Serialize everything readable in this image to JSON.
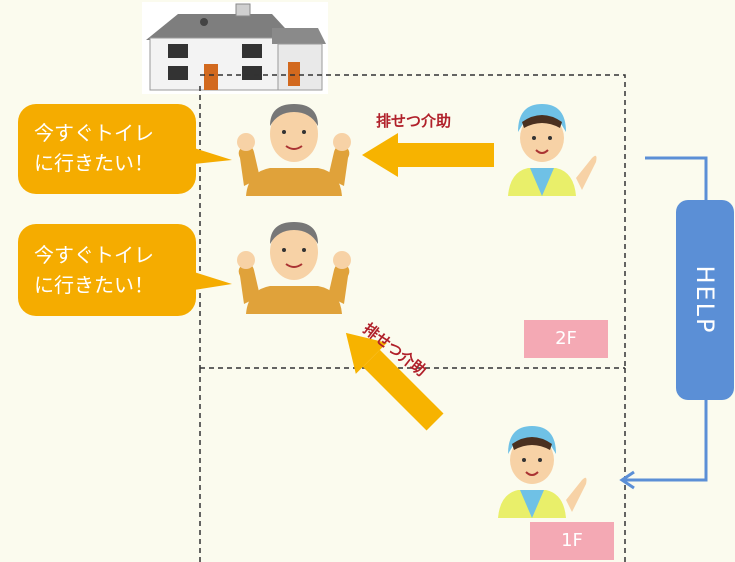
{
  "bubbles": [
    {
      "line1": "今すぐトイレ",
      "line2": "に行きたい！"
    },
    {
      "line1": "今すぐトイレ",
      "line2": "に行きたい！"
    }
  ],
  "assist_labels": [
    "排せつ介助",
    "排せつ介助"
  ],
  "floors": {
    "upper": "2F",
    "lower": "1F"
  },
  "help": "HELP",
  "colors": {
    "background": "#fbfbee",
    "bubble": "#f5ac00",
    "arrow": "#f7b300",
    "help_box": "#5b8fd6",
    "floor_badge": "#f4a9b4",
    "assist_text": "#b0202a"
  }
}
